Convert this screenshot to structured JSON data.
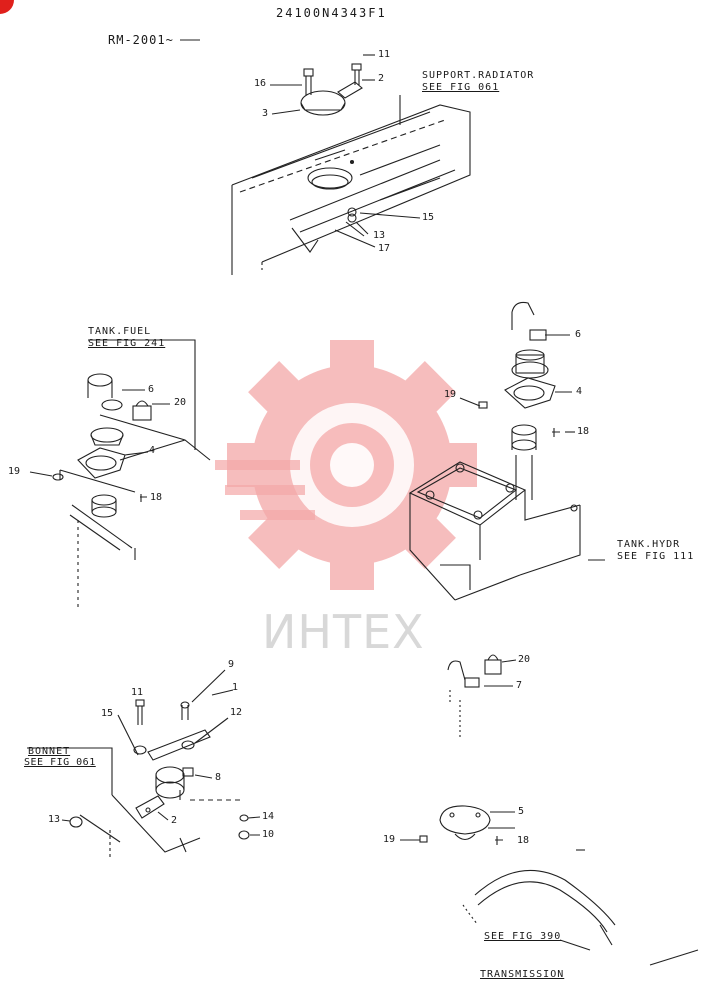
{
  "header": {
    "doc_number": "24100N4343F1",
    "serial_range": "RM-2001~"
  },
  "watermark": {
    "text": "ИНТЕХ",
    "color": "#f4a0a0"
  },
  "references": {
    "support_radiator": "SUPPORT.RADIATOR",
    "support_radiator_fig": "SEE FIG 061",
    "tank_fuel": "TANK.FUEL",
    "tank_fuel_fig": "SEE FIG 241",
    "tank_hydr": "TANK.HYDR",
    "tank_hydr_fig": "SEE FIG 111",
    "bonnet": "BONNET",
    "bonnet_fig": "SEE FIG 061",
    "transmission_fig": "SEE FIG 390",
    "transmission": "TRANSMISSION"
  },
  "callouts": {
    "top": [
      "16",
      "11",
      "2",
      "3",
      "15",
      "13",
      "17"
    ],
    "fuel": [
      "6",
      "20",
      "4",
      "19",
      "18"
    ],
    "hydr": [
      "6",
      "4",
      "19",
      "18"
    ],
    "bonnet": [
      "9",
      "1",
      "11",
      "15",
      "12",
      "8",
      "2",
      "13",
      "14",
      "10"
    ],
    "lock": [
      "20",
      "7"
    ],
    "trans": [
      "5",
      "19",
      "18"
    ]
  }
}
